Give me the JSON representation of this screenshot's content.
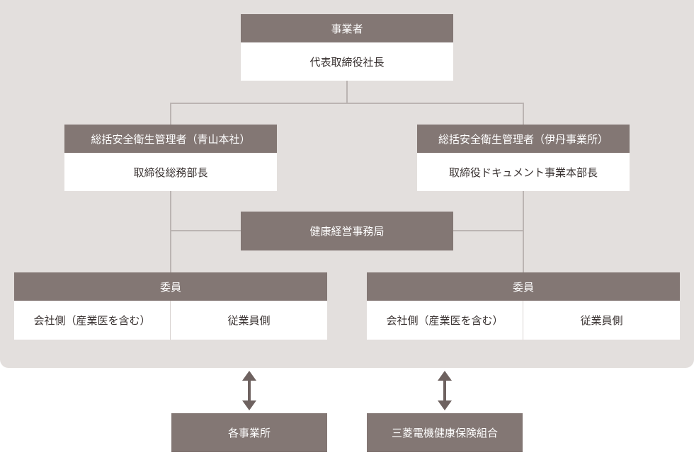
{
  "colors": {
    "header": "#837774",
    "panel": "#e3dfdd",
    "line": "#bbb4b2"
  },
  "top": {
    "header": "事業者",
    "body": "代表取締役社長"
  },
  "left_manager": {
    "header": "総括安全衛生管理者（青山本社）",
    "body": "取締役総務部長"
  },
  "right_manager": {
    "header": "総括安全衛生管理者（伊丹事業所）",
    "body": "取締役ドキュメント事業本部長"
  },
  "office": {
    "label": "健康経営事務局"
  },
  "left_committee": {
    "header": "委員",
    "company_side": "会社側（産業医を含む）",
    "employee_side": "従業員側"
  },
  "right_committee": {
    "header": "委員",
    "company_side": "会社側（産業医を含む）",
    "employee_side": "従業員側"
  },
  "bottom_left": {
    "label": "各事業所"
  },
  "bottom_right": {
    "label": "三菱電機健康保険組合"
  }
}
